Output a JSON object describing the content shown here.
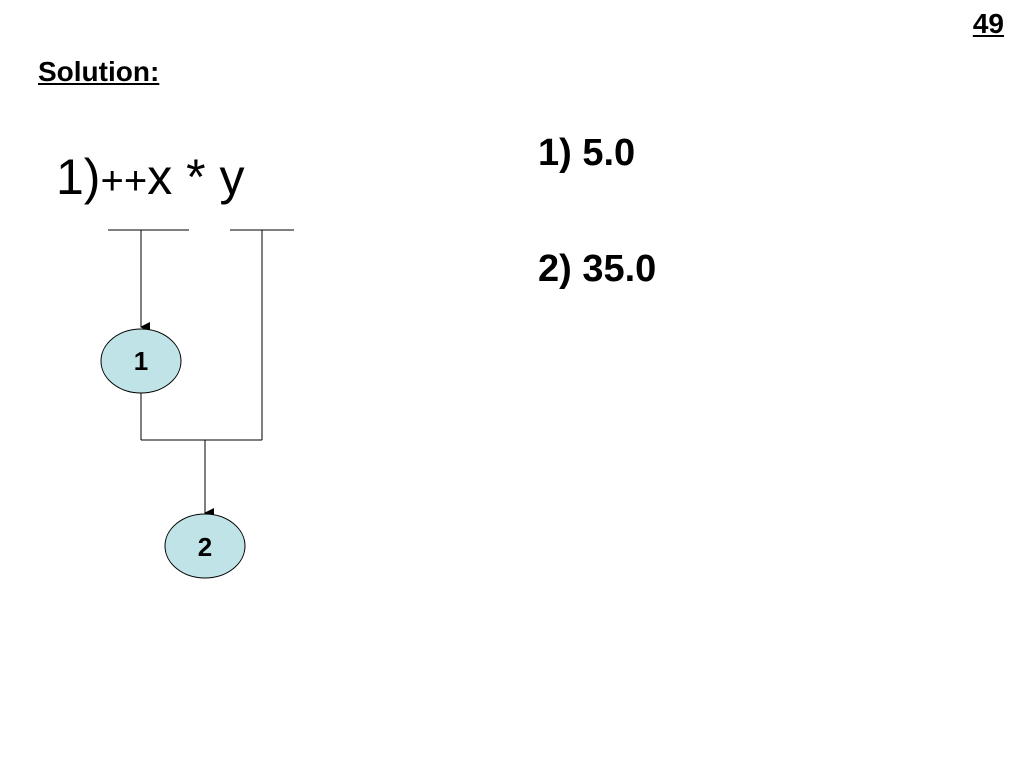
{
  "page_number": "49",
  "heading": "Solution:",
  "expression": {
    "prefix": "1)",
    "increment": "++",
    "operand_x": "x",
    "operator": "*",
    "operand_y": "y"
  },
  "nodes": [
    "1",
    "2"
  ],
  "answers": [
    "1) 5.0",
    "2) 35.0"
  ],
  "colors": {
    "node_fill": "#bfe3e6",
    "line": "#000000"
  }
}
